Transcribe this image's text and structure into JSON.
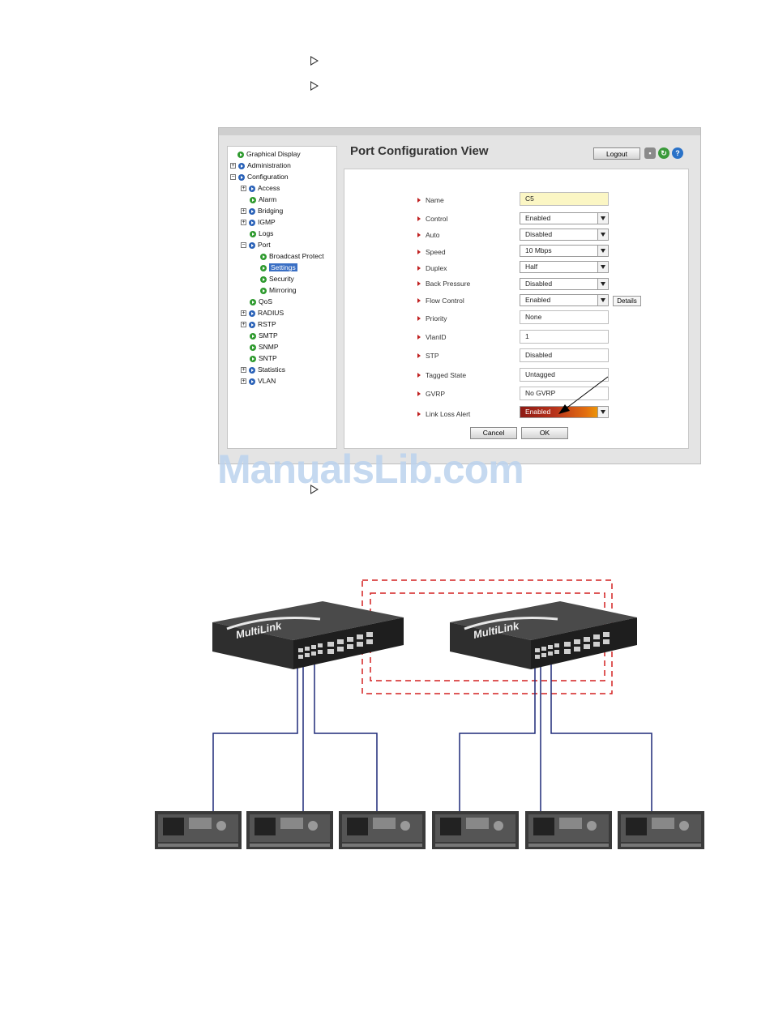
{
  "nav": {
    "items": [
      {
        "label": "Graphical Display",
        "expander": "",
        "dot": "green"
      },
      {
        "label": "Administration",
        "expander": "+",
        "dot": "blue"
      },
      {
        "label": "Configuration",
        "expander": "−",
        "dot": "blue"
      },
      {
        "label": "Access",
        "expander": "+",
        "dot": "blue"
      },
      {
        "label": "Alarm",
        "expander": "",
        "dot": "green"
      },
      {
        "label": "Bridging",
        "expander": "+",
        "dot": "blue"
      },
      {
        "label": "IGMP",
        "expander": "+",
        "dot": "blue"
      },
      {
        "label": "Logs",
        "expander": "",
        "dot": "green"
      },
      {
        "label": "Port",
        "expander": "−",
        "dot": "blue"
      },
      {
        "label": "Broadcast Protect",
        "expander": "",
        "dot": "green"
      },
      {
        "label": "Settings",
        "expander": "",
        "dot": "green",
        "selected": true
      },
      {
        "label": "Security",
        "expander": "",
        "dot": "green"
      },
      {
        "label": "Mirroring",
        "expander": "",
        "dot": "green"
      },
      {
        "label": "QoS",
        "expander": "",
        "dot": "green"
      },
      {
        "label": "RADIUS",
        "expander": "+",
        "dot": "blue"
      },
      {
        "label": "RSTP",
        "expander": "+",
        "dot": "blue"
      },
      {
        "label": "SMTP",
        "expander": "",
        "dot": "green"
      },
      {
        "label": "SNMP",
        "expander": "",
        "dot": "green"
      },
      {
        "label": "SNTP",
        "expander": "",
        "dot": "green"
      },
      {
        "label": "Statistics",
        "expander": "+",
        "dot": "blue"
      },
      {
        "label": "VLAN",
        "expander": "+",
        "dot": "blue"
      }
    ]
  },
  "header": {
    "title": "Port Configuration View",
    "logout_label": "Logout",
    "icons": [
      "save-icon",
      "refresh-icon",
      "help-icon"
    ]
  },
  "form": {
    "name": {
      "label": "Name",
      "value": "C5"
    },
    "control": {
      "label": "Control",
      "value": "Enabled"
    },
    "auto": {
      "label": "Auto",
      "value": "Disabled"
    },
    "speed": {
      "label": "Speed",
      "value": "10 Mbps"
    },
    "duplex": {
      "label": "Duplex",
      "value": "Half"
    },
    "back_pressure": {
      "label": "Back Pressure",
      "value": "Disabled"
    },
    "flow_control": {
      "label": "Flow Control",
      "value": "Enabled",
      "details_label": "Details"
    },
    "priority": {
      "label": "Priority",
      "value": "None"
    },
    "vlanid": {
      "label": "VlanID",
      "value": "1"
    },
    "stp": {
      "label": "STP",
      "value": "Disabled"
    },
    "tagged_state": {
      "label": "Tagged State",
      "value": "Untagged"
    },
    "gvrp": {
      "label": "GVRP",
      "value": "No GVRP"
    },
    "link_loss_alert": {
      "label": "Link Loss Alert",
      "value": "Enabled"
    },
    "cancel_label": "Cancel",
    "ok_label": "OK"
  },
  "diagram": {
    "switch_brand": "MultiLink",
    "colors": {
      "cable": "#1e2a78",
      "dashed_box": "#d42020",
      "alert_start": "#8e1a14",
      "alert_end": "#f3b800"
    }
  },
  "watermark": "ManualsLib.com"
}
